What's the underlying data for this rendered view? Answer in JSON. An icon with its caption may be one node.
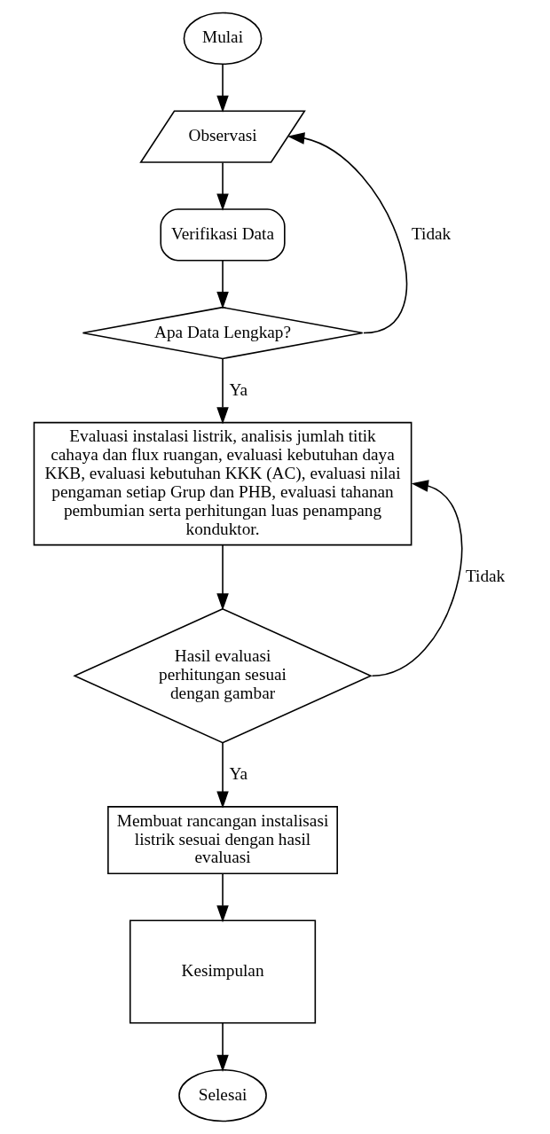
{
  "diagram": {
    "nodes": [
      {
        "text": [
          "Mulai"
        ]
      },
      {
        "text": [
          "Observasi"
        ]
      },
      {
        "text": [
          "Verifikasi Data"
        ]
      },
      {
        "text": [
          "Apa Data Lengkap?"
        ]
      },
      {
        "text": [
          "Evaluasi instalasi listrik, analisis jumlah titik cahaya dan flux ruangan, evaluasi kebutuhan daya KKB, evaluasi kebutuhan KKK (AC), evaluasi nilai pengaman setiap Grup dan PHB, evaluasi tahanan pembumian serta perhitungan luas penampang konduktor."
        ]
      },
      {
        "text": [
          "Hasil evaluasi perhitungan sesuai dengan gambar"
        ]
      },
      {
        "text": [
          "Membuat rancangan instalisasi listrik sesuai dengan hasil evaluasi"
        ]
      },
      {
        "text": [
          "Kesimpulan"
        ]
      },
      {
        "text": [
          "Selesai"
        ]
      }
    ],
    "edges": [
      {
        "from": 0,
        "to": 1,
        "arrow": "to"
      },
      {
        "from": 1,
        "to": 2,
        "arrow": "to"
      },
      {
        "from": 2,
        "to": 3,
        "arrow": "to"
      },
      {
        "from": 3,
        "to": 1,
        "arrow": "to",
        "label": "Tidak"
      },
      {
        "from": 3,
        "to": 4,
        "arrow": "to",
        "label": "Ya"
      },
      {
        "from": 4,
        "to": 5,
        "arrow": "to"
      },
      {
        "from": 5,
        "to": 4,
        "arrow": "to",
        "label": "Tidak"
      },
      {
        "from": 5,
        "to": 6,
        "arrow": "to",
        "label": "Ya"
      },
      {
        "from": 6,
        "to": 7,
        "arrow": "to"
      },
      {
        "from": 7,
        "to": 8,
        "arrow": "to"
      }
    ]
  }
}
